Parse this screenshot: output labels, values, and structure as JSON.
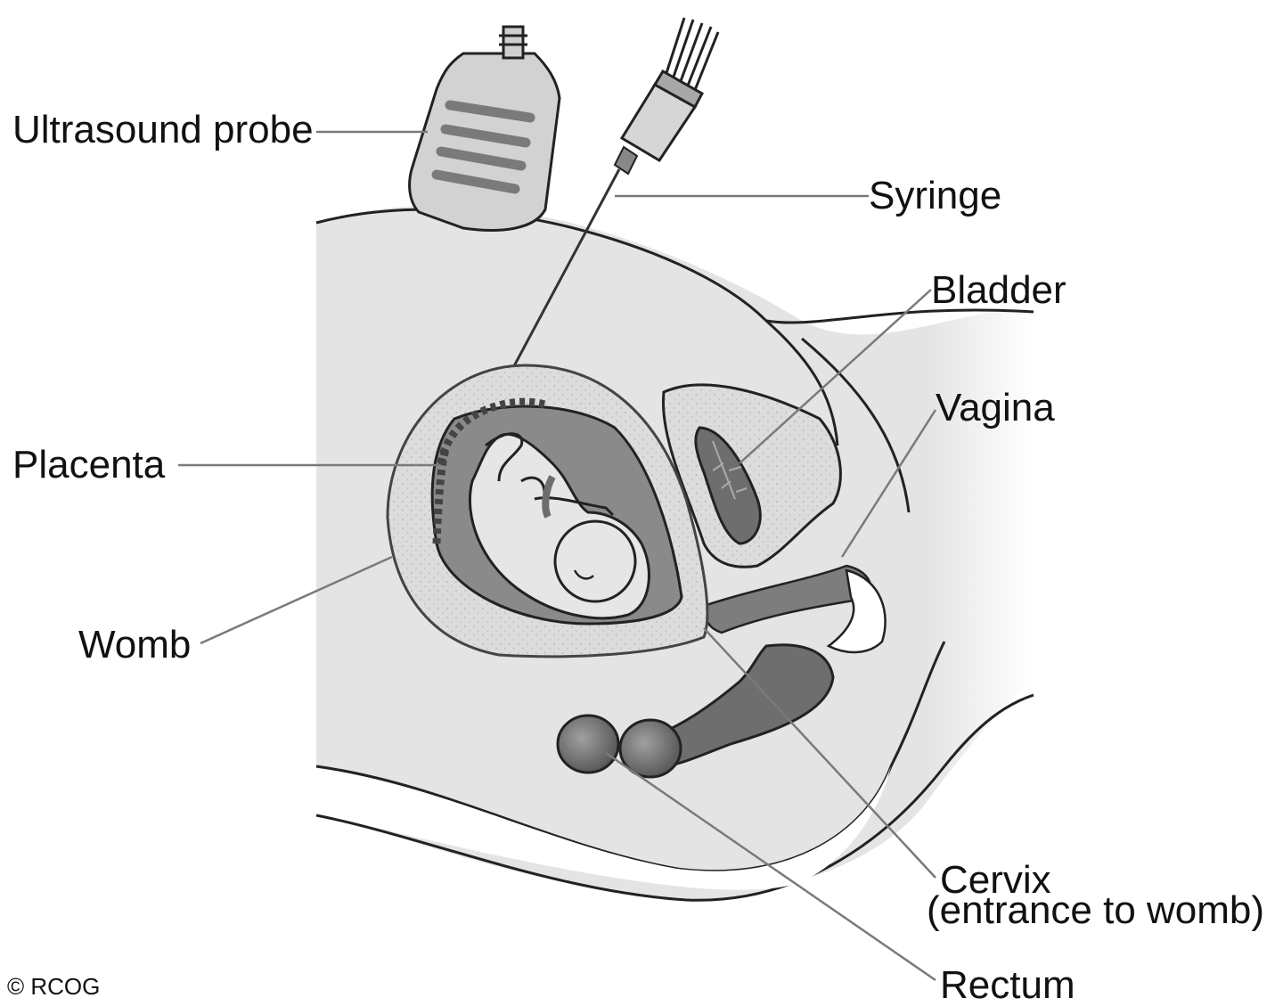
{
  "labels": {
    "ultrasound_probe": "Ultrasound probe",
    "syringe": "Syringe",
    "bladder": "Bladder",
    "vagina": "Vagina",
    "placenta": "Placenta",
    "womb": "Womb",
    "cervix_line1": "Cervix",
    "cervix_line2": "(entrance to womb)",
    "rectum": "Rectum"
  },
  "copyright": "© RCOG",
  "colors": {
    "body_fill": "#e2e2e2",
    "womb_wall": "#d8d8d8",
    "amniotic": "#8a8a8a",
    "fetus": "#e6e6e6",
    "dark_tissue": "#6e6e6e",
    "outline": "#222222"
  }
}
